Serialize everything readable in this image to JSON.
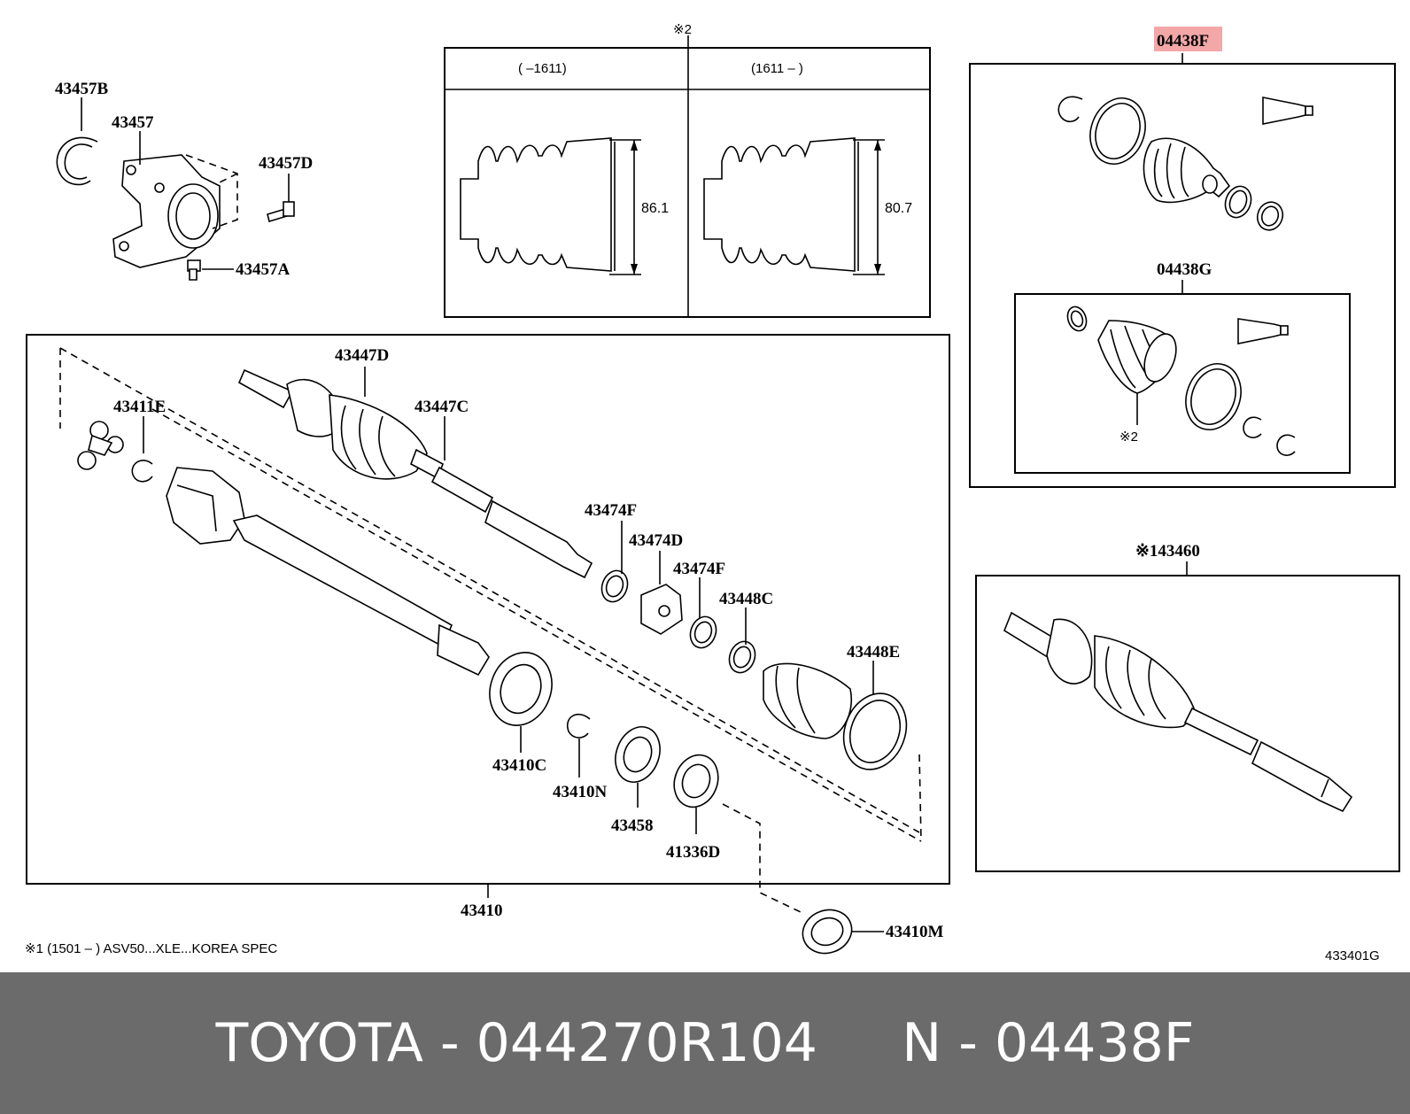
{
  "parts": {
    "p43457B": "43457B",
    "p43457": "43457",
    "p43457D": "43457D",
    "p43457A": "43457A",
    "p43447D": "43447D",
    "p43447C": "43447C",
    "p43411E": "43411E",
    "p43474F_a": "43474F",
    "p43474D": "43474D",
    "p43474F_b": "43474F",
    "p43448C": "43448C",
    "p43448E": "43448E",
    "p43410C": "43410C",
    "p43410N": "43410N",
    "p43458": "43458",
    "p41336D": "41336D",
    "p43410": "43410",
    "p43410M": "43410M",
    "p04438F": "04438F",
    "p04438G": "04438G",
    "p43460": "※143460",
    "note2_ref": "※2"
  },
  "inset": {
    "title": "※2",
    "col_left": "(        –1611)",
    "col_right": "(1611  –        )",
    "dim_left": "86.1",
    "dim_right": "80.7"
  },
  "notes": {
    "footnote": "※1 (1501 –       ) ASV50...XLE...KOREA SPEC",
    "diagram_code": "433401G"
  },
  "highlight_color": "#f4a7a7",
  "footer": {
    "text": "TOYOTA - 044270R104     N - 04438F",
    "bg_color": "#6b6b6b"
  }
}
